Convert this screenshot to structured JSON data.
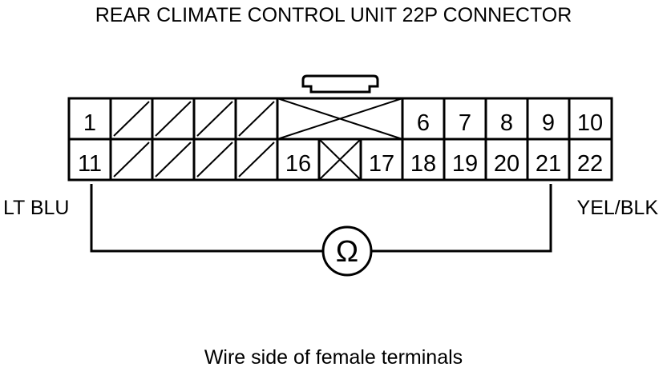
{
  "title": "REAR CLIMATE CONTROL UNIT 22P CONNECTOR",
  "caption": "Wire side of female terminals",
  "wires": {
    "left": "LT BLU",
    "right": "YEL/BLK"
  },
  "meter": {
    "symbol": "Ω"
  },
  "connector": {
    "pins": {
      "p1": "1",
      "p6": "6",
      "p7": "7",
      "p8": "8",
      "p9": "9",
      "p10": "10",
      "p11": "11",
      "p16": "16",
      "p17": "17",
      "p18": "18",
      "p19": "19",
      "p20": "20",
      "p21": "21",
      "p22": "22"
    }
  }
}
